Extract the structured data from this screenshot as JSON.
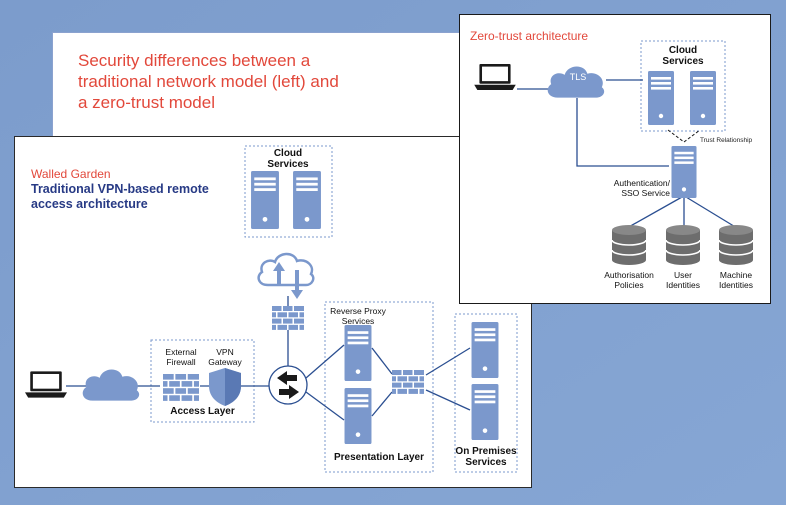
{
  "heading": "Security differences between a\ntraditional network model (left) and\na zero-trust model",
  "walled_garden": {
    "label": "Walled Garden",
    "subtitle": "Traditional VPN-based remote\naccess architecture",
    "cloud_services": "Cloud\nServices",
    "external_firewall": "External\nFirewall",
    "vpn_gateway": "VPN\nGateway",
    "access_layer": "Access Layer",
    "reverse_proxy": "Reverse Proxy\nServices",
    "presentation_layer": "Presentation Layer",
    "on_premises": "On Premises\nServices"
  },
  "zero_trust": {
    "label": "Zero-trust architecture",
    "tls": "TLS",
    "cloud_services": "Cloud\nServices",
    "trust_relationship": "Trust Relationship",
    "auth_service": "Authentication/\nSSO Service",
    "db_labels": [
      "Authorisation\nPolicies",
      "User\nIdentities",
      "Machine\nIdentities"
    ]
  },
  "colors": {
    "accent_red": "#e2483b",
    "navy": "#273a85",
    "icon_blue": "#7b98cc",
    "line_blue": "#2b4f91",
    "db_gray": "#6d6d6d",
    "background": "#7f9fce"
  }
}
